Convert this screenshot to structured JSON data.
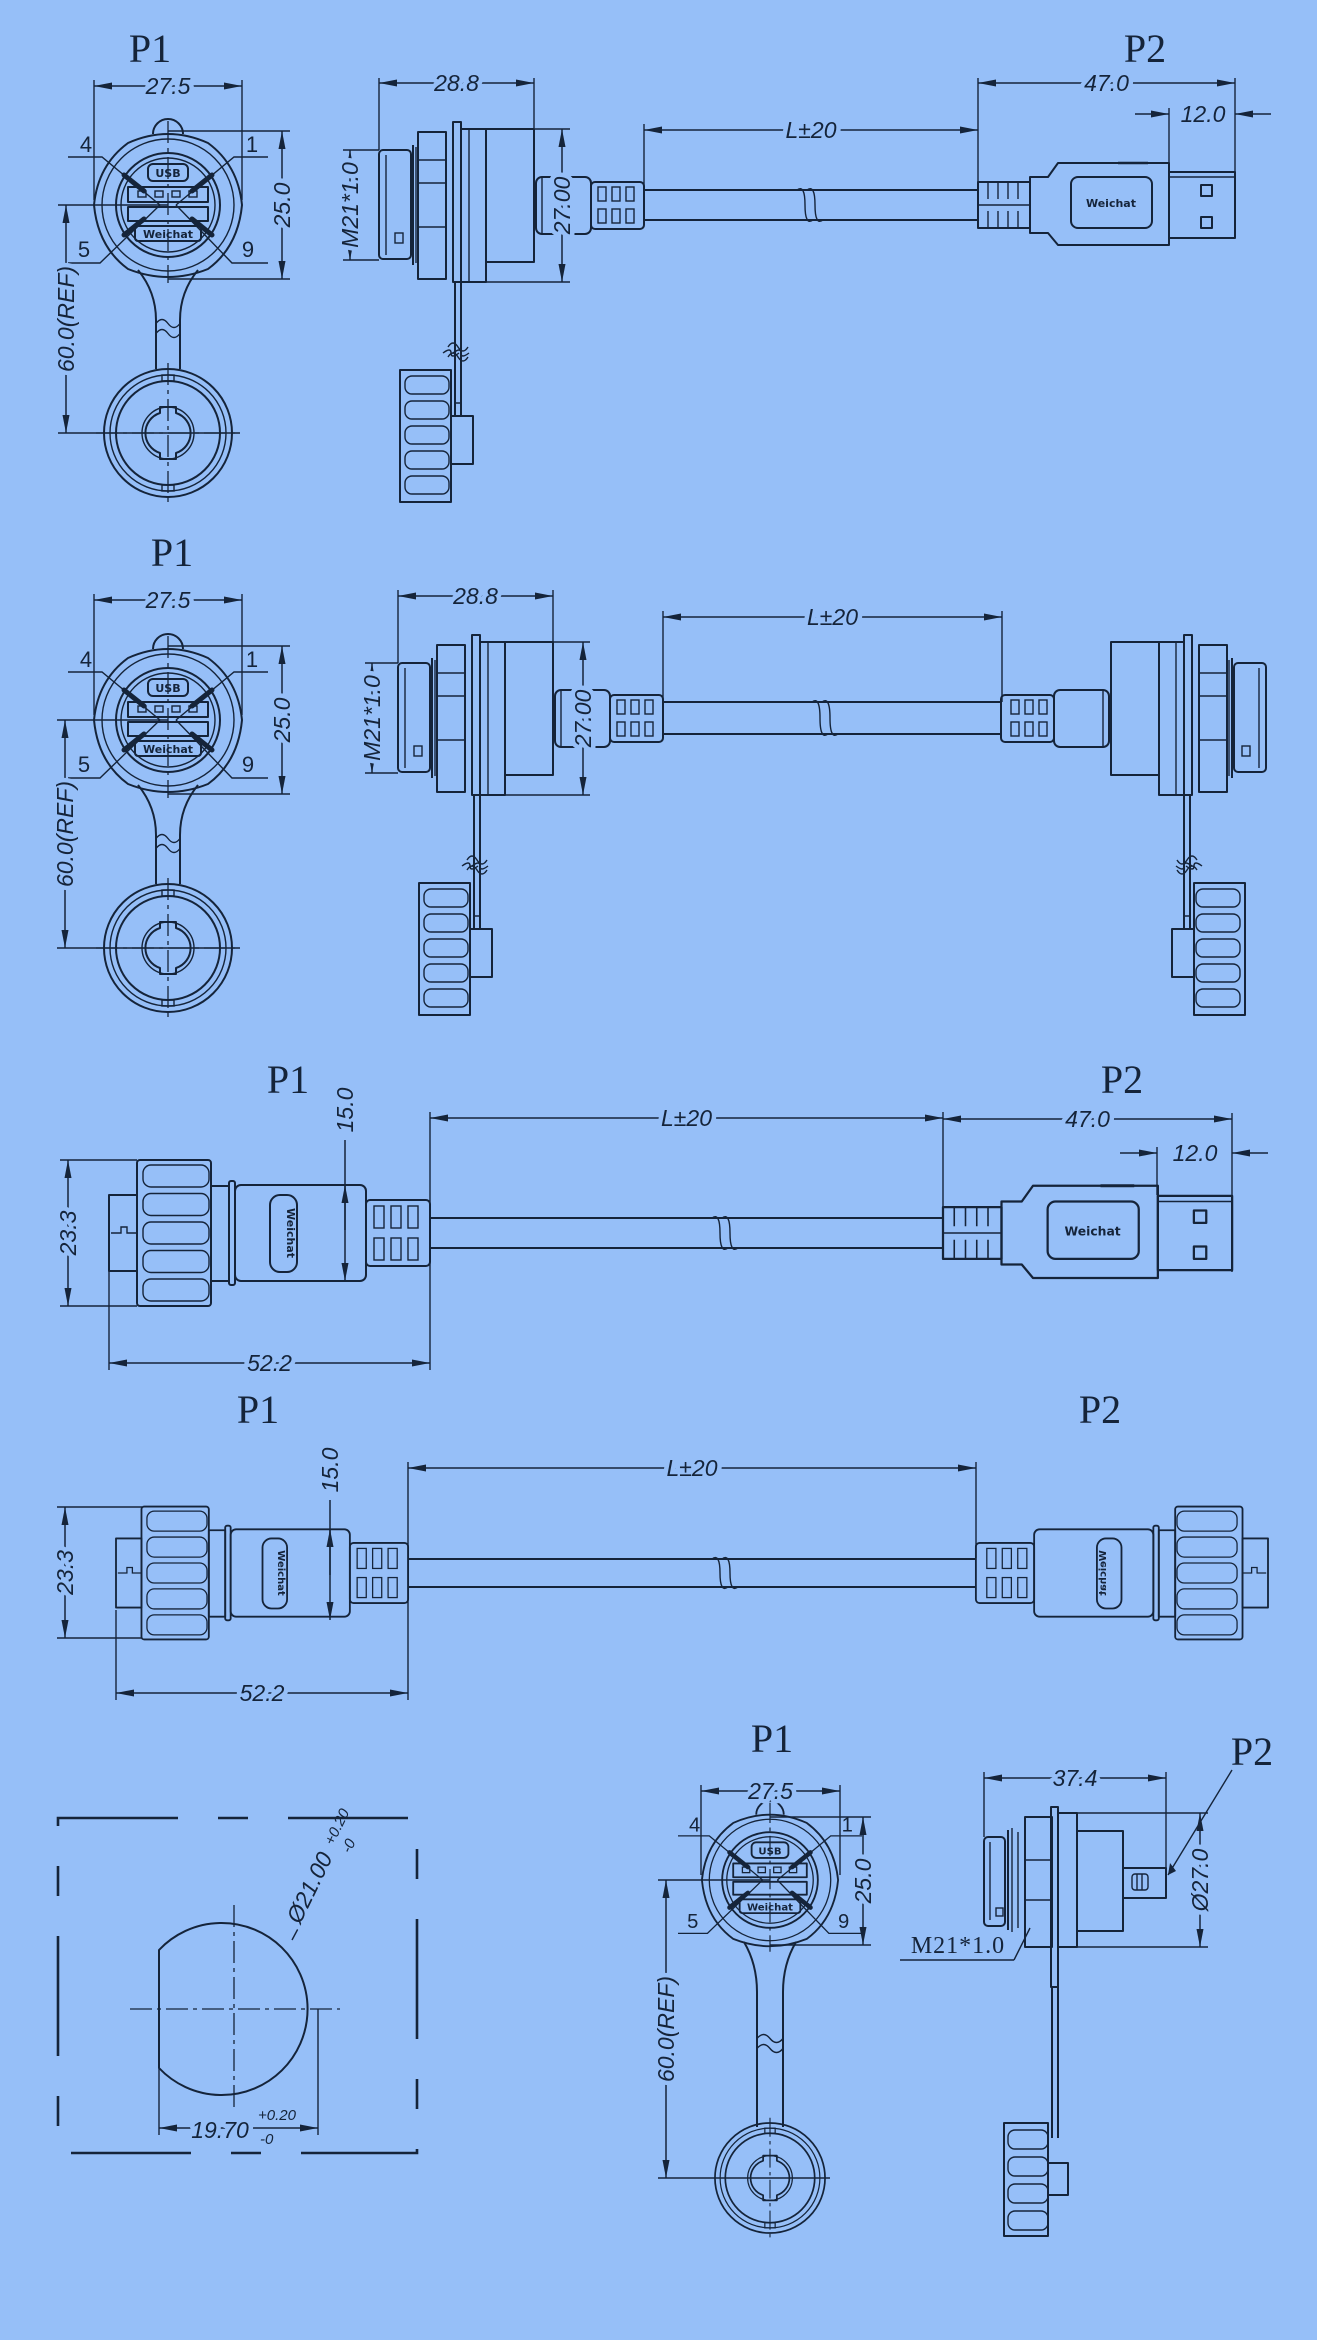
{
  "logo_text": "Weichat",
  "s1": {
    "p1": "P1",
    "p2": "P2",
    "front": {
      "width": "27.5",
      "height": "25.0",
      "cap_distance": "60.0(REF)",
      "usb_mark": "USB",
      "pins": {
        "top_left": "4",
        "top_right": "1",
        "bottom_left": "5",
        "bottom_right": "9"
      }
    },
    "side": {
      "depth": "28.8",
      "thread": "M21*1.0",
      "diameter": "27.00"
    },
    "cable": "L±20",
    "usb_plug": {
      "length": "47.0",
      "tip": "12.0"
    }
  },
  "s2": {
    "p1": "P1",
    "front": {
      "width": "27.5",
      "height": "25.0",
      "cap_distance": "60.0(REF)",
      "usb_mark": "USB",
      "pins": {
        "top_left": "4",
        "top_right": "1",
        "bottom_left": "5",
        "bottom_right": "9"
      }
    },
    "side": {
      "depth": "28.8",
      "thread": "M21*1.0",
      "diameter": "27.00"
    },
    "cable": "L±20"
  },
  "s3": {
    "p1": "P1",
    "p2": "P2",
    "plug": {
      "diameter": "23.3",
      "body": "15.0",
      "length": "52.2"
    },
    "cable": "L±20",
    "usb_plug": {
      "length": "47.0",
      "tip": "12.0"
    }
  },
  "s4": {
    "p1": "P1",
    "p2": "P2",
    "plug": {
      "diameter": "23.3",
      "body": "15.0",
      "length": "52.2"
    },
    "cable": "L±20"
  },
  "s5": {
    "cutout": {
      "diameter": "Ø21.00",
      "diameter_tol_upper": "+0.20",
      "diameter_tol_lower": "-0",
      "flat": "19.70",
      "flat_tol_upper": "+0.20",
      "flat_tol_lower": "-0"
    },
    "p1": "P1",
    "p2": "P2",
    "front": {
      "width": "27.5",
      "height": "25.0",
      "cap_distance": "60.0(REF)",
      "usb_mark": "USB",
      "pins": {
        "top_left": "4",
        "top_right": "1",
        "bottom_left": "5",
        "bottom_right": "9"
      }
    },
    "side": {
      "depth": "37.4",
      "diameter": "Ø27.0",
      "thread": "M21*1.0"
    }
  }
}
